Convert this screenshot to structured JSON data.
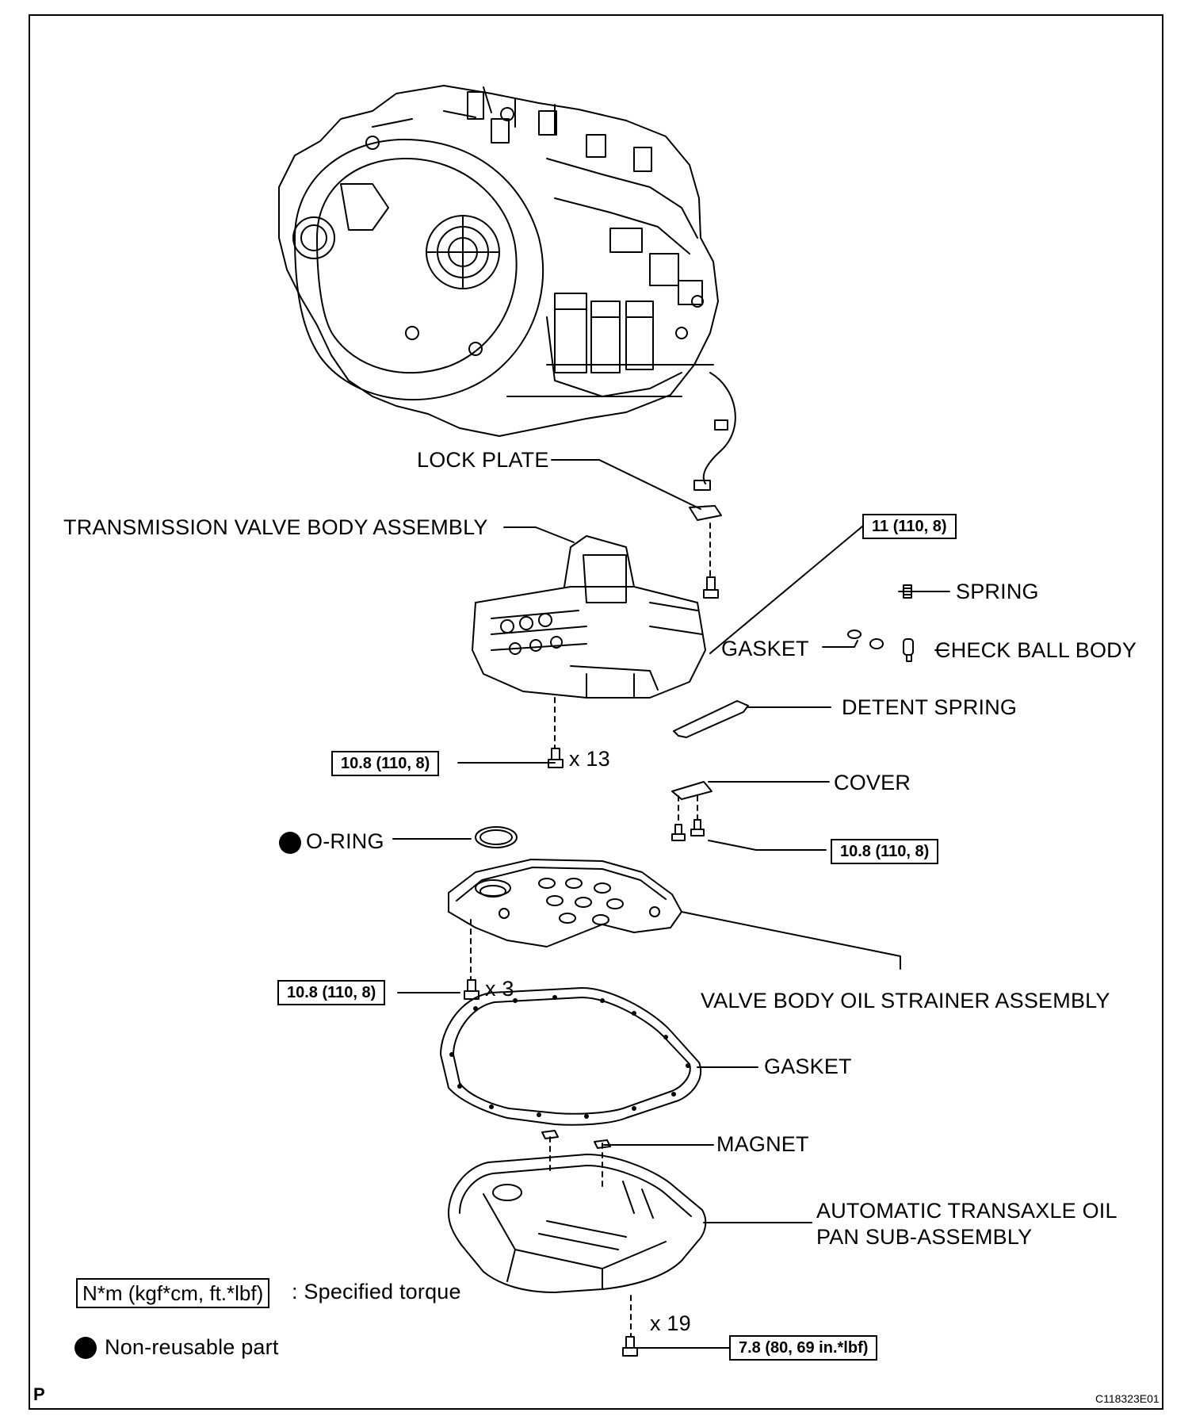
{
  "labels": {
    "lock_plate": "LOCK PLATE",
    "valve_body": "TRANSMISSION VALVE BODY ASSEMBLY",
    "spring": "SPRING",
    "gasket_top": "GASKET",
    "check_ball_body": "CHECK BALL BODY",
    "detent_spring": "DETENT SPRING",
    "cover": "COVER",
    "o_ring": "O-RING",
    "strainer": "VALVE BODY OIL STRAINER ASSEMBLY",
    "gasket_pan": "GASKET",
    "magnet": "MAGNET",
    "oil_pan_line1": "AUTOMATIC TRANSAXLE OIL",
    "oil_pan_line2": "PAN SUB-ASSEMBLY"
  },
  "torques": {
    "lock_plate_bolt": "11 (110, 8)",
    "valve_body_bolts": "10.8 (110, 8)",
    "cover_bolts": "10.8 (110, 8)",
    "strainer_bolts": "10.8 (110, 8)",
    "oil_pan_bolts": "7.8 (80, 69 in.*lbf)"
  },
  "quantities": {
    "valve_body_bolts": "x 13",
    "strainer_bolts": "x 3",
    "oil_pan_bolts": "x 19"
  },
  "legend": {
    "torque_box": "N*m (kgf*cm, ft.*lbf)",
    "torque_text": ": Specified torque",
    "nonreusable_text": "Non-reusable part"
  },
  "footer": {
    "corner_mark": "P",
    "figure_id": "C118323E01"
  }
}
